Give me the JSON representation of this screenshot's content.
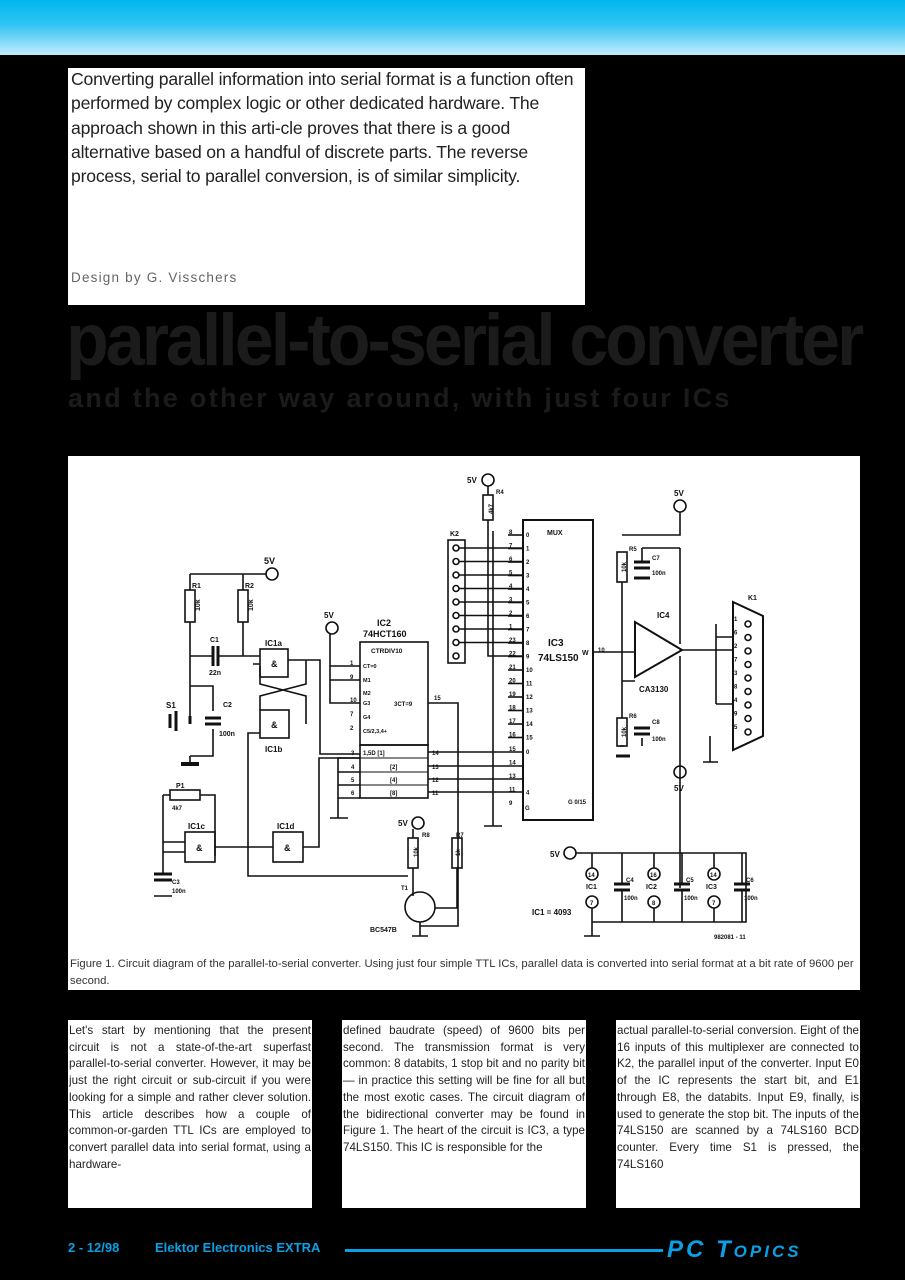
{
  "intro": {
    "text": "Converting parallel information into serial format is a function often performed by complex logic or other dedicated hardware. The approach shown in this arti-cle proves that there is a good alternative based on a handful of discrete parts. The reverse process, serial to parallel conversion, is of similar simplicity.",
    "byline": "Design by G. Visschers"
  },
  "title": "parallel-to-serial converter",
  "subtitle": "and the other way around, with just four ICs",
  "figure": {
    "caption": "Figure 1. Circuit diagram of the parallel-to-serial converter. Using just four simple TTL ICs, parallel data is converted into serial format at a bit rate of 9600 per second.",
    "schematic": {
      "v5": "5V",
      "r1": "R1",
      "r2": "R2",
      "r1v": "10k",
      "r2v": "10k",
      "c1": "C1",
      "c1v": "22n",
      "c2": "C2",
      "c2v": "100n",
      "s1": "S1",
      "ic1a": "IC1a",
      "ic1b": "IC1b",
      "ic1c": "IC1c",
      "ic1d": "IC1d",
      "and": "&",
      "p1": "P1",
      "p1v": "4k7",
      "c3": "C3",
      "c3v": "100n",
      "ic2": "IC2",
      "ic2type": "74HCT160",
      "ic2fn": "CTRDIV10",
      "ic2pins": [
        "CT=0",
        "M1",
        "M2",
        "G3",
        "G4",
        "C5/2,3,4+"
      ],
      "ic2pinnums": [
        "1",
        "9",
        "10",
        "7",
        "2"
      ],
      "ic2out": "3CT=9",
      "ic2outpin": "15",
      "ic2bits": [
        "1,5D  [1]",
        "[2]",
        "[4]",
        "[8]"
      ],
      "ic2bitsin": [
        "3",
        "4",
        "5",
        "6"
      ],
      "ic2bitsout": [
        "14",
        "13",
        "12",
        "11"
      ],
      "r4": "R4",
      "r4v": "4k7",
      "k2": "K2",
      "ic3": "IC3",
      "ic3type": "74LS150",
      "mux": "MUX",
      "ic3in": [
        "0",
        "1",
        "2",
        "3",
        "4",
        "5",
        "6",
        "7",
        "8",
        "9",
        "10",
        "11",
        "12",
        "13",
        "14",
        "15"
      ],
      "ic3pins": [
        "8",
        "7",
        "6",
        "5",
        "4",
        "3",
        "2",
        "1",
        "23",
        "22",
        "21",
        "20",
        "19",
        "18",
        "17",
        "16"
      ],
      "ic3sel": [
        "15",
        "14",
        "13",
        "11"
      ],
      "ic3selin": [
        "0",
        "",
        "",
        "4"
      ],
      "ic3g": "G 0/15",
      "ic3en": "9",
      "ic3enl": "G",
      "ic3w": "W",
      "ic3wpin": "10",
      "r5": "R5",
      "r5v": "10k",
      "r6": "R6",
      "r6v": "10k",
      "c7": "C7",
      "c7v": "100n",
      "c8": "C8",
      "c8v": "100n",
      "ic4": "IC4",
      "ic4type": "CA3130",
      "neg5": "5V",
      "k1": "K1",
      "k1pins": [
        "1",
        "6",
        "2",
        "7",
        "3",
        "8",
        "4",
        "9",
        "5"
      ],
      "r8": "R8",
      "r8v": "10k",
      "r7": "R7",
      "r7v": "1k",
      "t1": "T1",
      "t1type": "BC547B",
      "c4": "C4",
      "c5": "C5",
      "c6": "C6",
      "cv": "100n",
      "d_ic1": "IC1",
      "d_ic2": "IC2",
      "d_ic3": "IC3",
      "d14": "14",
      "d16": "16",
      "d7": "7",
      "d8": "8",
      "note": "IC1 = 4093",
      "code": "982081 - 11"
    }
  },
  "columns": [
    "Let's start by mentioning that the present circuit is not a state-of-the-art superfast parallel-to-serial converter. However, it may be just the right circuit or sub-circuit if you were looking for a simple and rather clever solution. This article describes how a couple of common-or-garden TTL ICs are employed to convert parallel data into serial format, using a hardware-",
    "defined baudrate (speed) of 9600 bits per second. The transmission format is very common: 8 databits, 1 stop bit and no parity bit — in practice this setting will be fine for all but the most exotic cases. The circuit diagram of the bidirectional converter may be found in Figure 1. The heart of the circuit is IC3, a type 74LS150. This IC is responsible for the",
    "actual parallel-to-serial conversion. Eight of the 16 inputs of this multiplexer are connected to K2, the parallel input of the converter. Input E0 of the IC represents the start bit, and E1 through E8, the databits. Input E9, finally, is used to generate the stop bit. The inputs of the 74LS150 are scanned by a 74LS160 BCD counter. Every time S1 is pressed, the 74LS160"
  ],
  "footer": {
    "page": "2 - 12/98",
    "magazine": "Elektor Electronics EXTRA",
    "section": "PC Topics"
  },
  "colors": {
    "accent": "#0aa0e6",
    "title": "#1b1b1b"
  }
}
